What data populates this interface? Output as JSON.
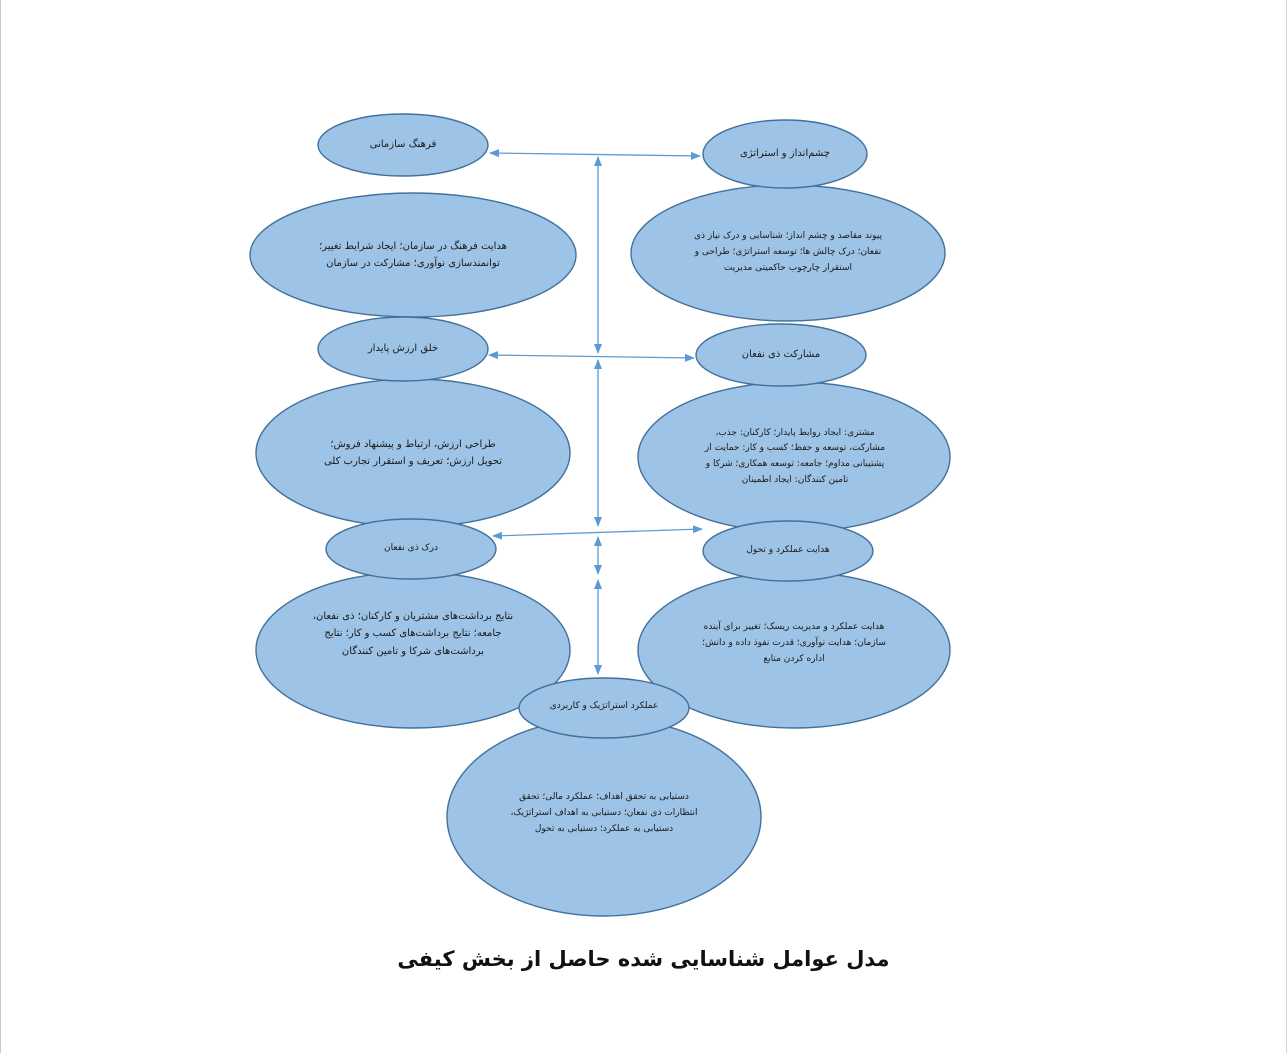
{
  "nodes": {
    "org_culture": {
      "title": "فرهنگ سازمانی"
    },
    "org_culture_desc": {
      "text": "هدایت فرهنگ در سازمان؛ ایجاد شرایط تغییر؛ توانمندسازی نوآوری؛ مشارکت در سازمان"
    },
    "vision_strategy": {
      "title": "چشم‌انداز و استراتژی"
    },
    "vision_strategy_desc": {
      "text": "پیوند مقاصد و چشم انداز؛ شناسایی و درک نیاز ذی نفعان؛ درک چالش ها؛ توسعه استراتژی؛ طراحی و استقرار چارچوب حاکمیتی مدیریت"
    },
    "sustainable_value": {
      "title": "خلق ارزش پایدار"
    },
    "sustainable_value_desc": {
      "text": "طراحی ارزش، ارتباط و پیشنهاد فروش؛ تحویل ارزش؛ تعریف و استقرار تجارب کلی"
    },
    "stakeholder_engagement": {
      "title": "مشارکت ذی نفعان"
    },
    "stakeholder_engagement_desc": {
      "text": "مشتری: ایجاد روابط پایدار؛ کارکنان: جذب، مشارکت، توسعه و حفظ؛ کسب و کار: حمایت از پشتیبانی مداوم؛ جامعه: توسعه همکاری؛ شرکا و تامین کنندگان: ایجاد اطمینان"
    },
    "stakeholder_perception": {
      "title": "درک ذی نفعان"
    },
    "stakeholder_perception_desc": {
      "text": "نتایج برداشت‌های مشتریان و کارکنان؛ ذی نفعان، جامعه؛ نتایج برداشت‌های کسب و کار؛ نتایج برداشت‌های شرکا و تامین کنندگان"
    },
    "performance_transformation": {
      "title": "هدایت عملکرد و تحول"
    },
    "performance_transformation_desc": {
      "text": "هدایت عملکرد و مدیریت ریسک؛ تغییر برای آینده سازمان؛ هدایت نوآوری؛ قدرت نفوذ داده و دانش؛ اداره کردن منابع"
    },
    "strategic_operational": {
      "title": "عملکرد استراتژیک و کاربردی"
    },
    "strategic_operational_desc": {
      "text": "دستیابی به تحقق اهداف؛ عملکرد مالی؛ تحقق انتظارات ذی نفعان؛ دستیابی به اهداف استراتژیک، دستیابی به عملکرد؛ دستیابی به تحول"
    }
  },
  "caption": "مدل عوامل شناسایی شده حاصل از بخش کیفی",
  "colors": {
    "node_fill": "#9dc3e6",
    "node_stroke": "#41719c",
    "connector": "#5b9bd5"
  }
}
